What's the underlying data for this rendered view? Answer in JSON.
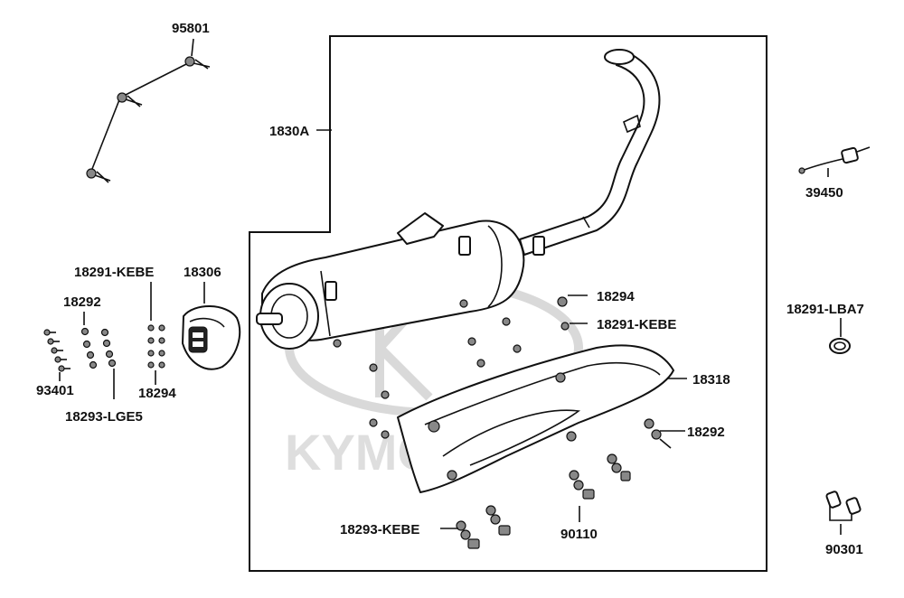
{
  "watermark": {
    "text": "KYMCO"
  },
  "labels": {
    "p95801": "95801",
    "p1830A": "1830A",
    "p39450": "39450",
    "p18291_kebe_left": "18291-KEBE",
    "p18306": "18306",
    "p18292_left": "18292",
    "p93401": "93401",
    "p18294_left": "18294",
    "p18293_lge5": "18293-LGE5",
    "p18294_right": "18294",
    "p18291_kebe_right": "18291-KEBE",
    "p18291_lba7": "18291-LBA7",
    "p18318": "18318",
    "p18292_right": "18292",
    "p18293_kebe": "18293-KEBE",
    "p90110": "90110",
    "p90301": "90301"
  },
  "colors": {
    "line": "#111111",
    "watermark": "#d9d9d9",
    "background": "#ffffff"
  }
}
